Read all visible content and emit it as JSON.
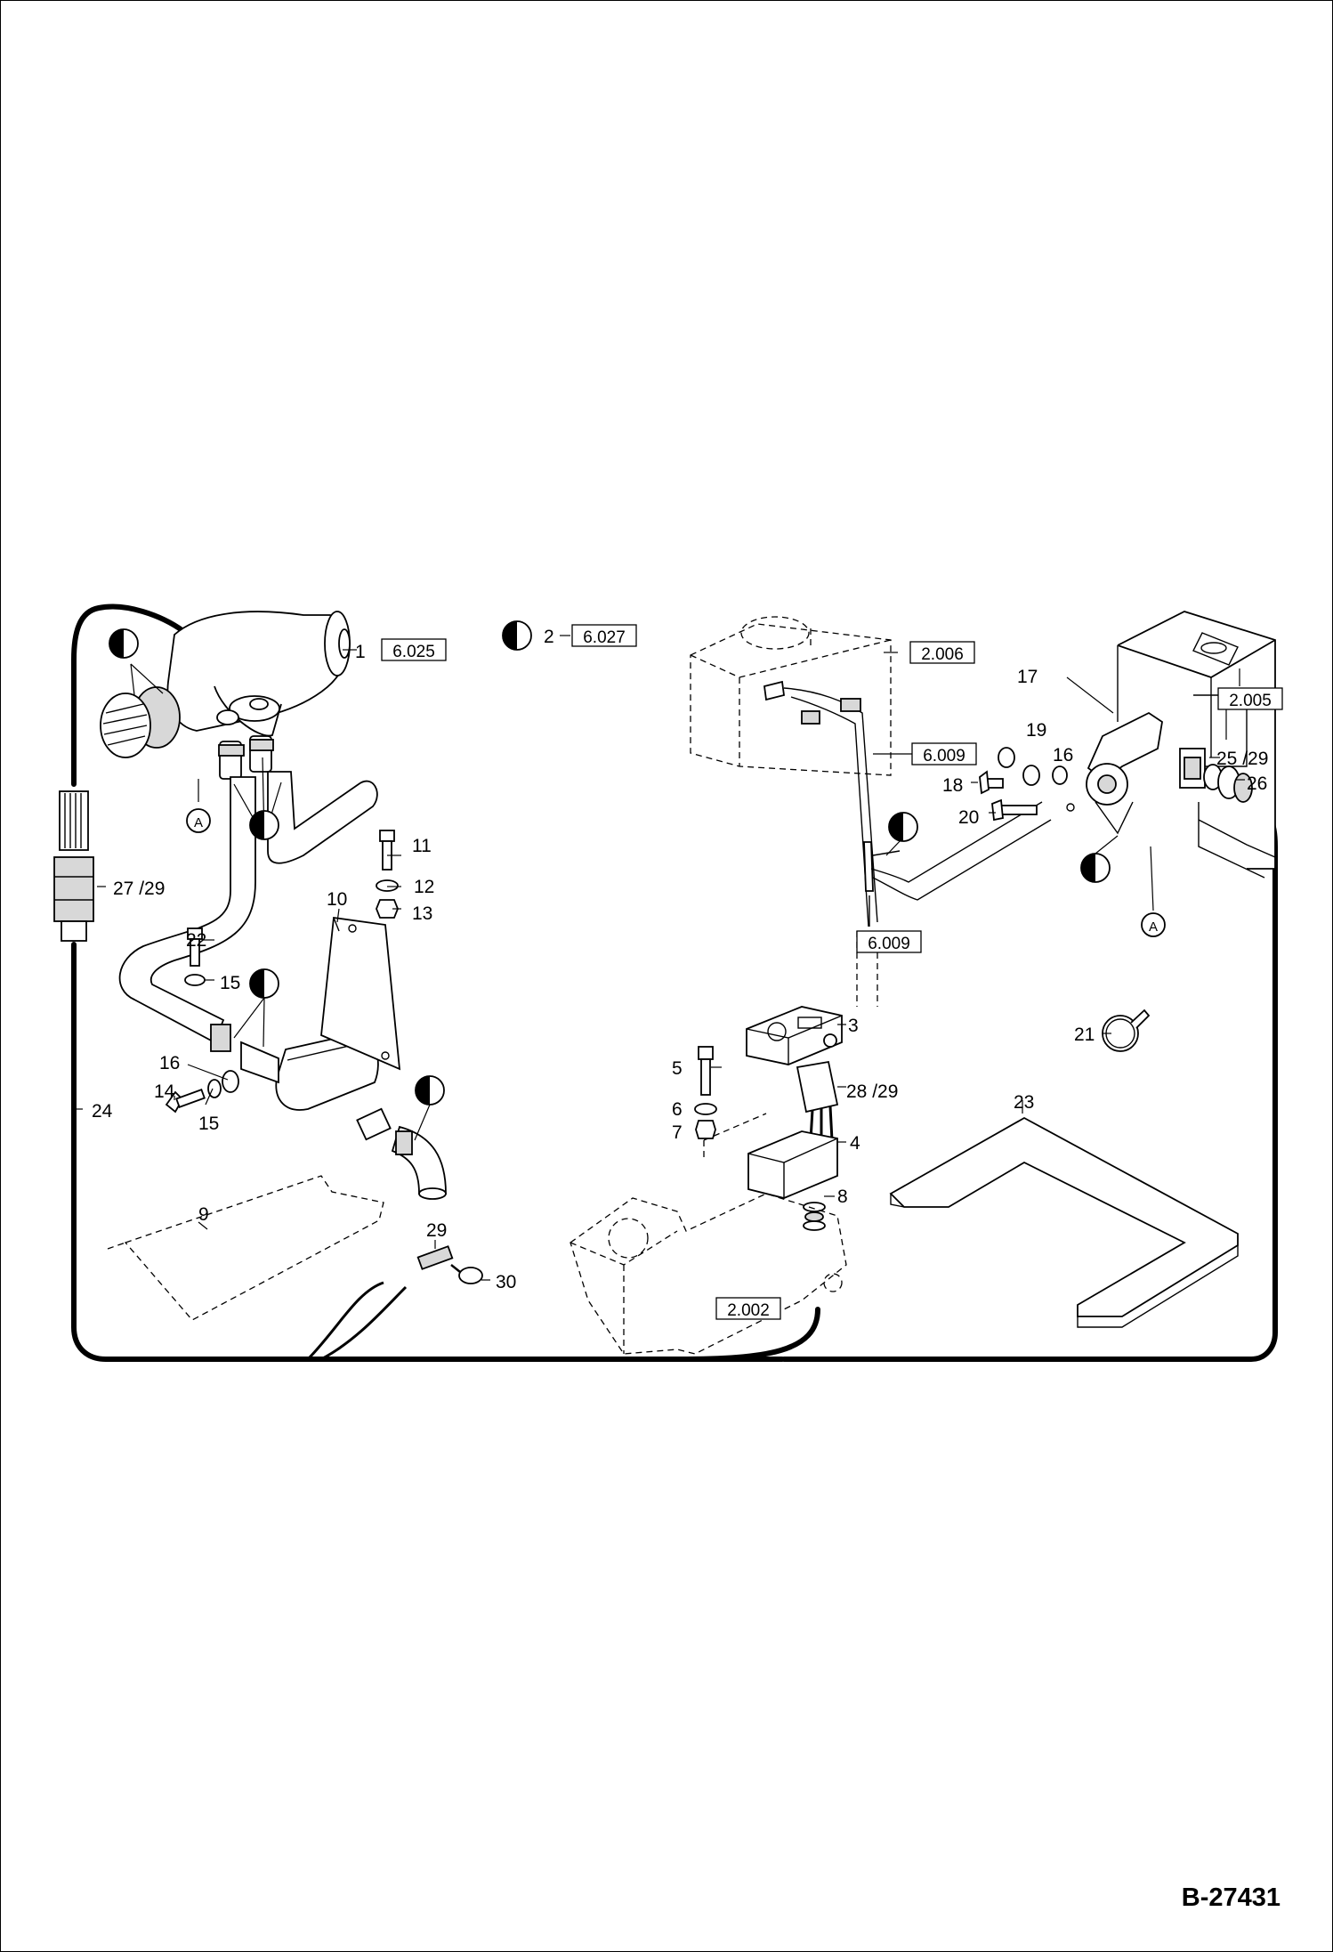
{
  "document_number": "B-27431",
  "callouts": {
    "c1": "1",
    "c2": "2",
    "c3": "3",
    "c4": "4",
    "c5": "5",
    "c6": "6",
    "c7": "7",
    "c8": "8",
    "c9": "9",
    "c10": "10",
    "c11": "11",
    "c12": "12",
    "c13": "13",
    "c14": "14",
    "c15a": "15",
    "c15b": "15",
    "c16a": "16",
    "c16b": "16",
    "c17": "17",
    "c18": "18",
    "c19": "19",
    "c20": "20",
    "c21": "21",
    "c22": "22",
    "c23": "23",
    "c24": "24",
    "c25": "25 /29",
    "c26": "26",
    "c27": "27 /29",
    "c28": "28 /29",
    "c29": "29",
    "c30": "30"
  },
  "references": {
    "r1": "6.025",
    "r2": "6.027",
    "r3": "2.006",
    "r4": "6.009",
    "r5": "6.009",
    "r6": "2.005",
    "r7": "2.002"
  },
  "markers": {
    "a1": "A",
    "a2": "A"
  }
}
